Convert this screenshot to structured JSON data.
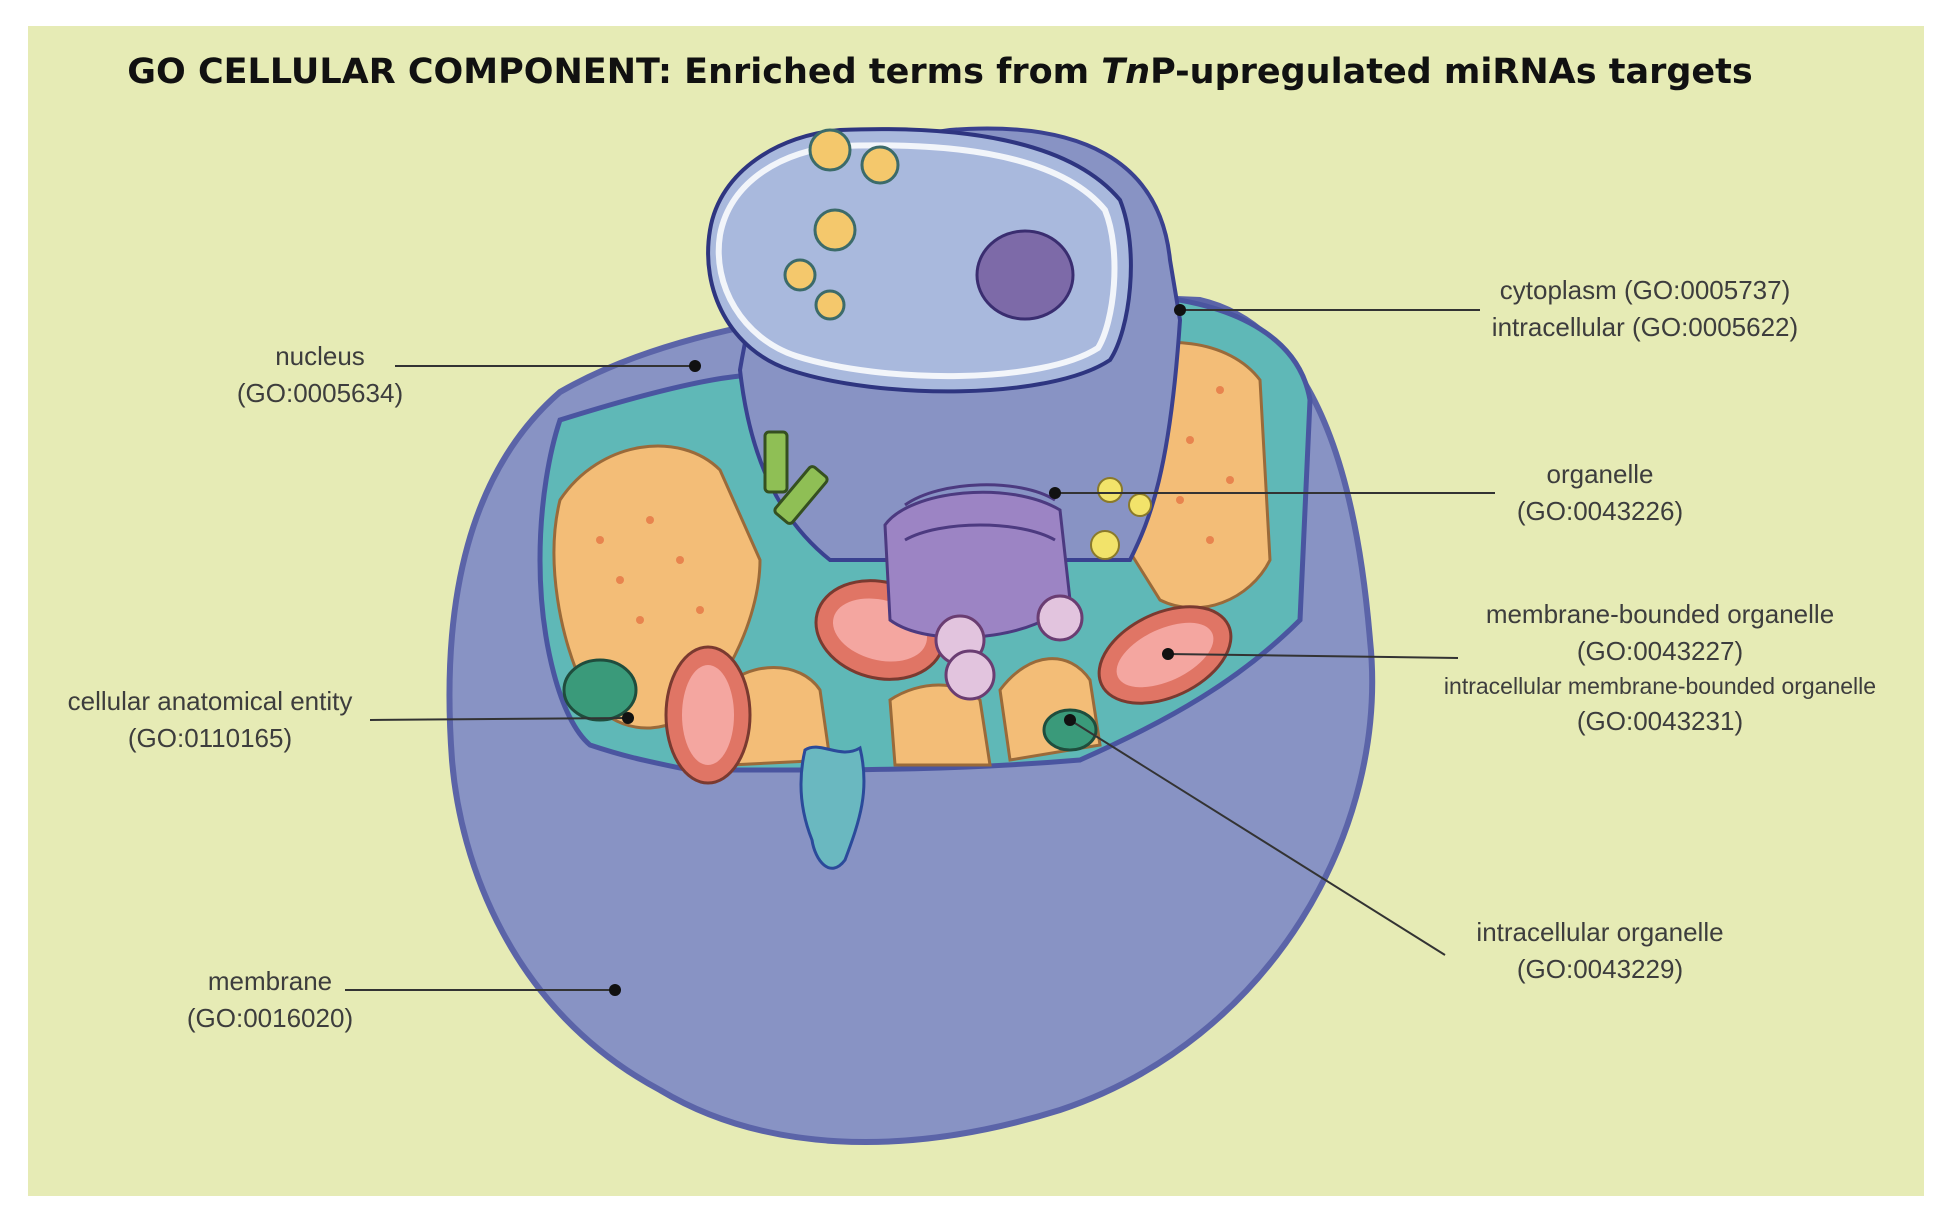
{
  "title": {
    "prefix": "GO CELLULAR COMPONENT: Enriched terms from ",
    "italic": "Tn",
    "suffix": "P-upregulated miRNAs targets"
  },
  "labels": {
    "nucleus": {
      "name": "nucleus",
      "id": "(GO:0005634)"
    },
    "cytoplasm": {
      "name": "cytoplasm (GO:0005737)",
      "id": "intracellular (GO:0005622)"
    },
    "organelle": {
      "name": "organelle",
      "id": "(GO:0043226)"
    },
    "membrane_bounded": {
      "name": "membrane-bounded organelle",
      "id": "(GO:0043227)",
      "name2": "intracellular membrane-bounded organelle",
      "id2": "(GO:0043231)"
    },
    "cellular_entity": {
      "name": "cellular anatomical entity",
      "id": "(GO:0110165)"
    },
    "intracellular_organelle": {
      "name": "intracellular organelle",
      "id": "(GO:0043229)"
    },
    "membrane": {
      "name": "membrane",
      "id": "(GO:0016020)"
    }
  },
  "colors": {
    "background": "#e6ebb5",
    "membrane": "#8a96c6",
    "cytoplasm": "#5fb8b7",
    "nucleus": "#a9b9dd",
    "mitochondria": "#e07565",
    "er": "#f3bd77",
    "golgi": "#9c84c4"
  }
}
